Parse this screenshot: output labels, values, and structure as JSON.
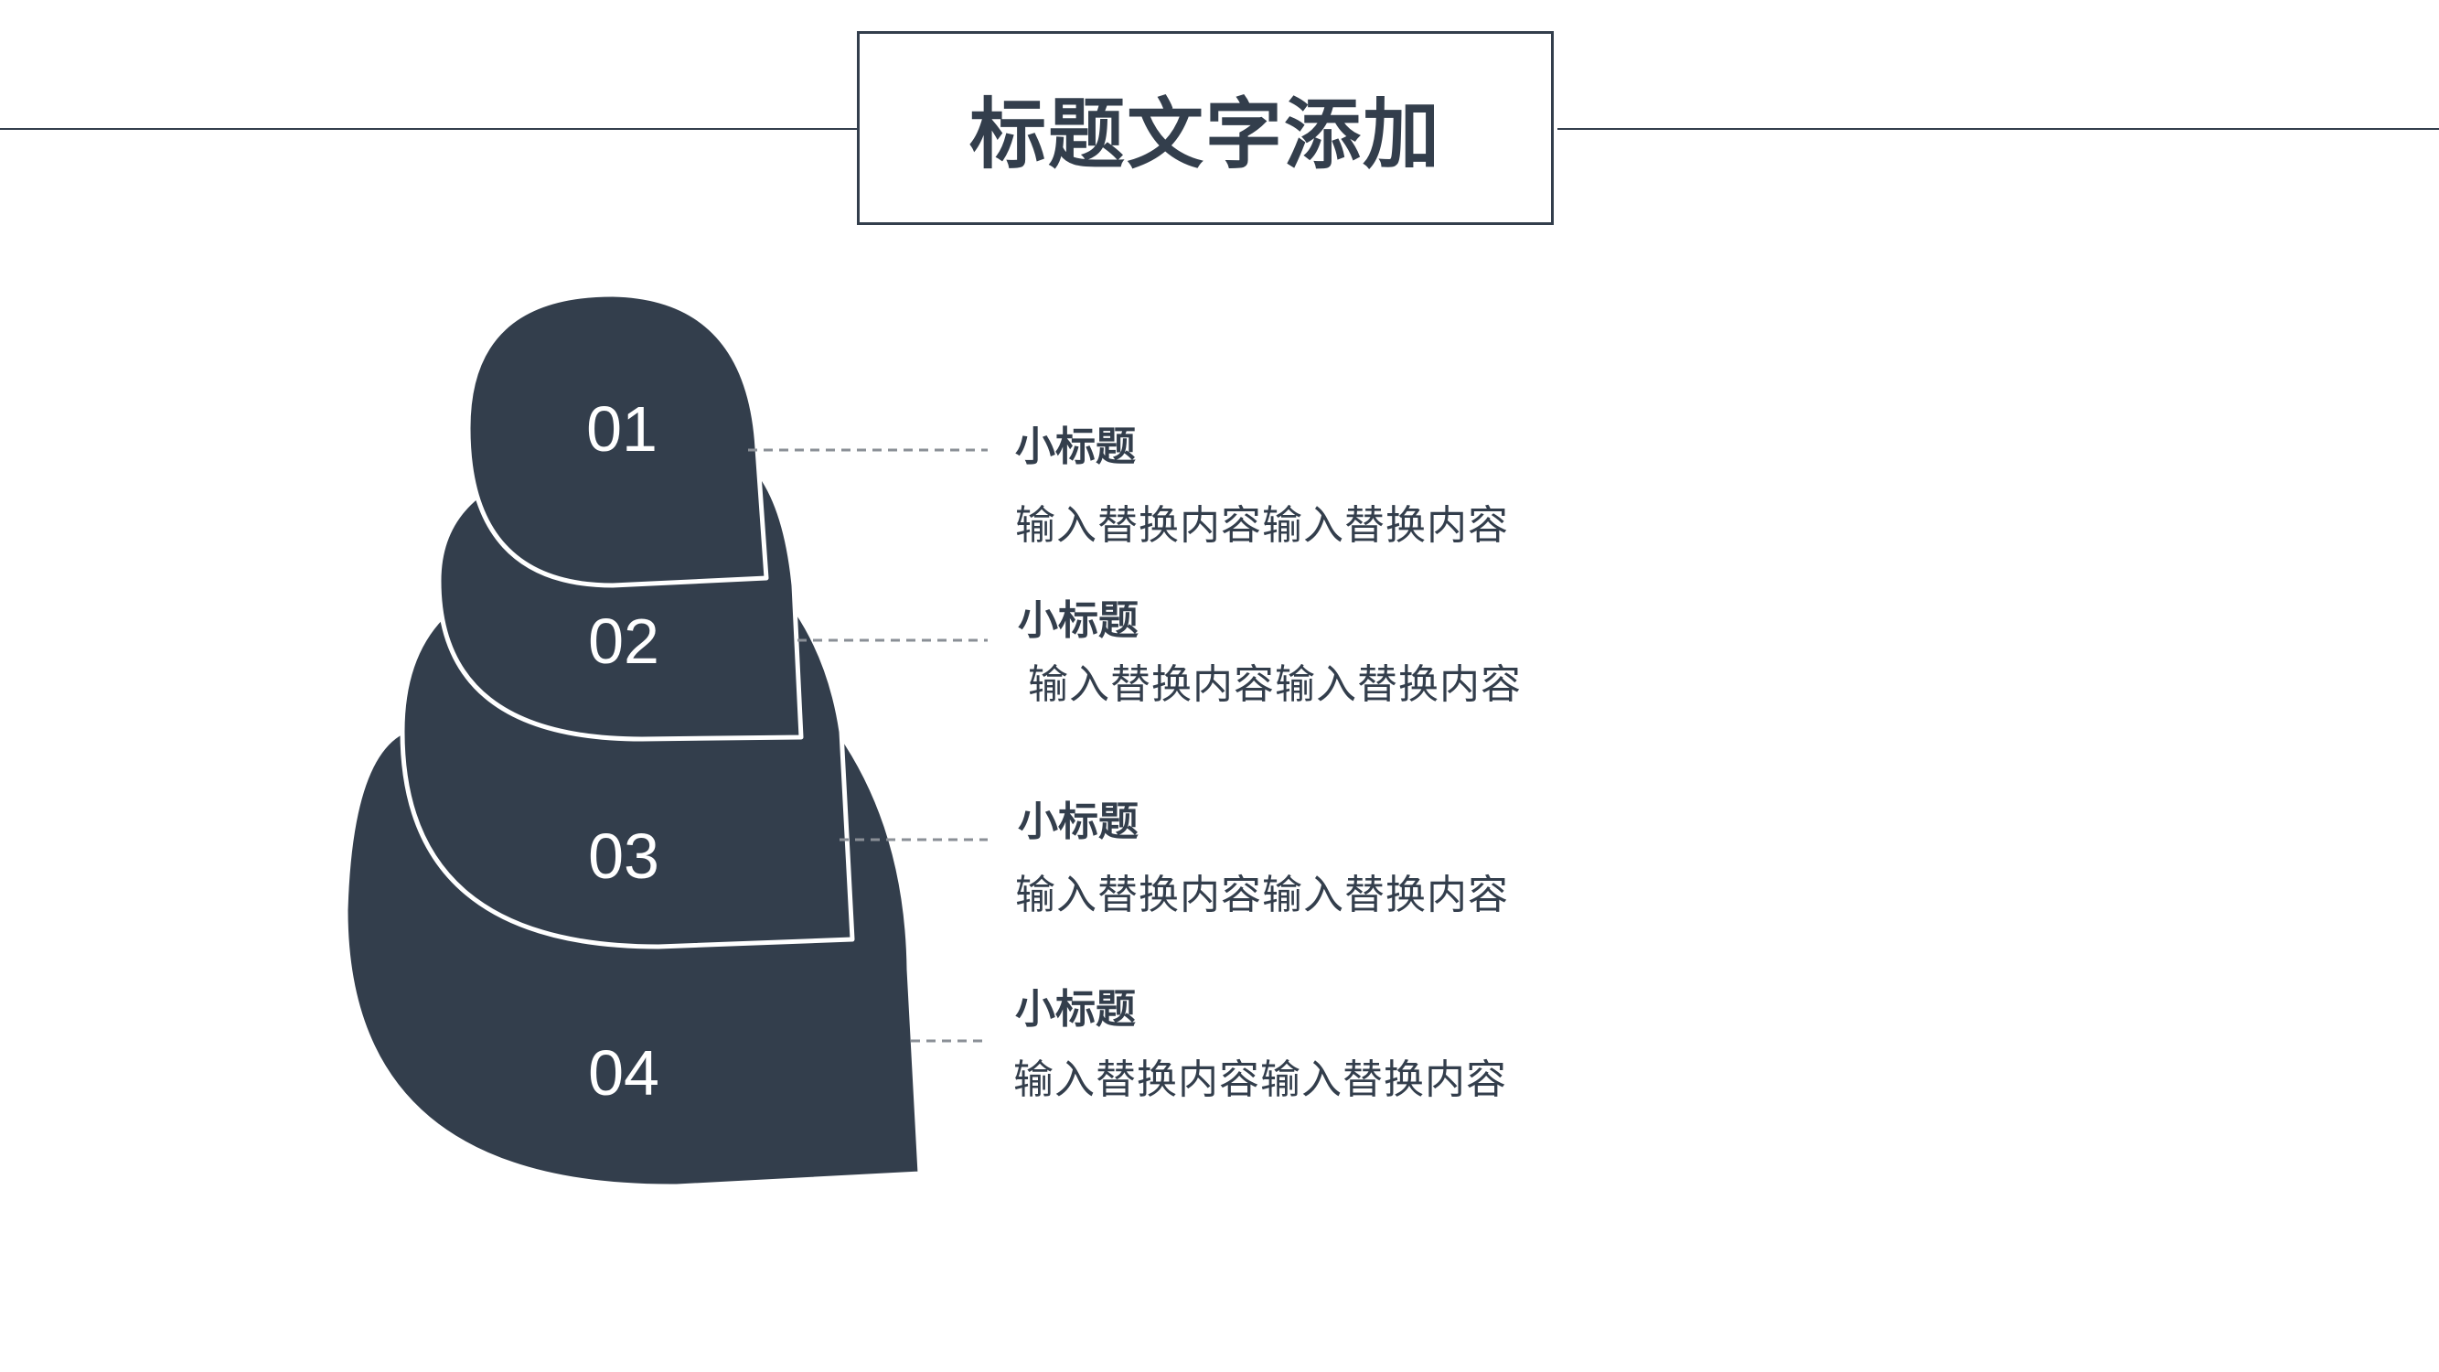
{
  "title": "标题文字添加",
  "colors": {
    "primary": "#333e4c",
    "background": "#ffffff",
    "outline": "#ffffff"
  },
  "items": [
    {
      "number": "01",
      "heading": "小标题",
      "text": "输入替换内容输入替换内容"
    },
    {
      "number": "02",
      "heading": "小标题",
      "text": "输入替换内容输入替换内容"
    },
    {
      "number": "03",
      "heading": "小标题",
      "text": "输入替换内容输入替换内容"
    },
    {
      "number": "04",
      "heading": "小标题",
      "text": "输入替换内容输入替换内容"
    }
  ]
}
